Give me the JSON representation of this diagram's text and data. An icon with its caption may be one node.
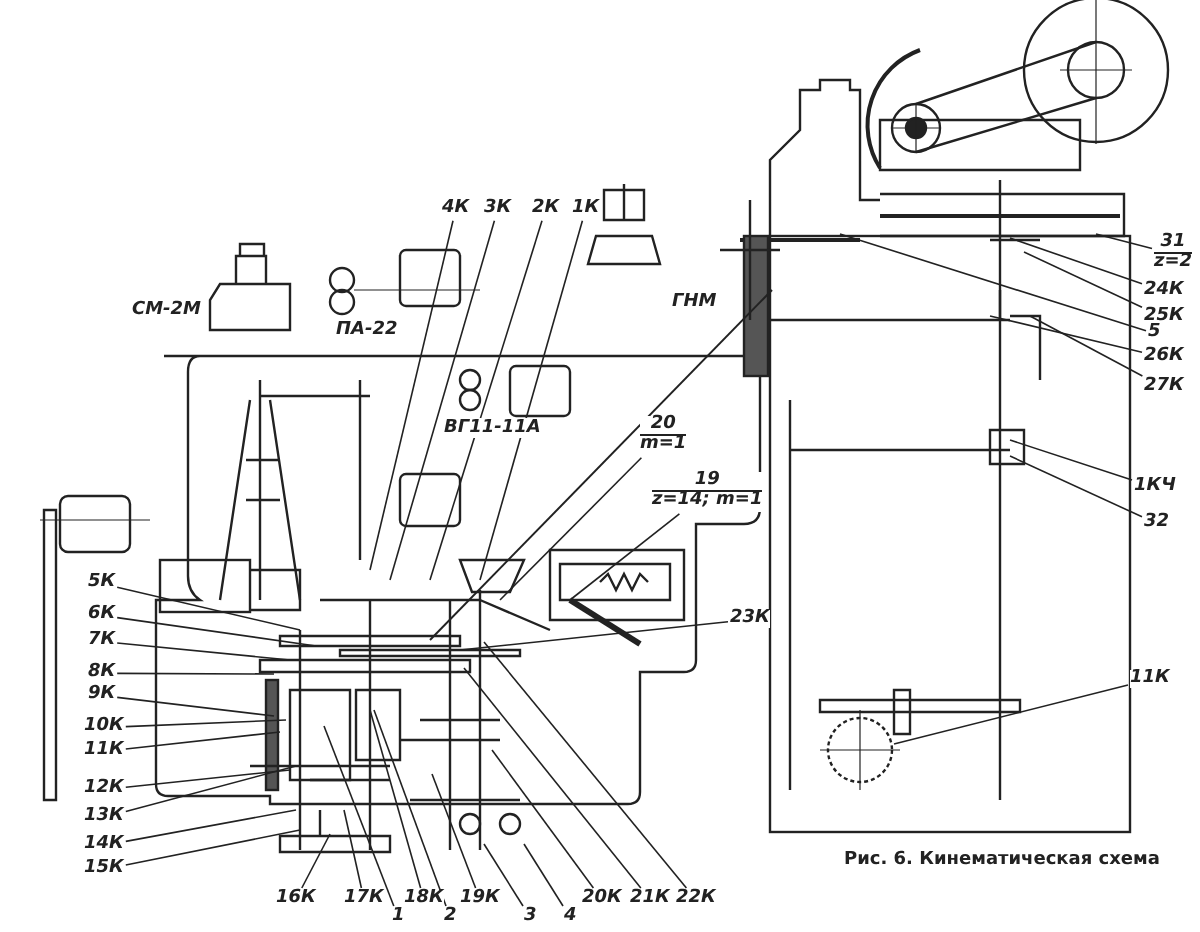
{
  "diagram": {
    "caption": "Рис. 6. Кинематическая схема",
    "nodes": [
      {
        "text": [
          "4К"
        ]
      },
      {
        "text": [
          "3К"
        ]
      },
      {
        "text": [
          "2К"
        ]
      },
      {
        "text": [
          "1К"
        ]
      },
      {
        "text": [
          "31",
          "z=2"
        ]
      },
      {
        "text": [
          "24К"
        ]
      },
      {
        "text": [
          "25К"
        ]
      },
      {
        "text": [
          "5"
        ]
      },
      {
        "text": [
          "26К"
        ]
      },
      {
        "text": [
          "27К"
        ]
      },
      {
        "text": [
          "20",
          "m=1"
        ]
      },
      {
        "text": [
          "19",
          "z=14; m=1"
        ]
      },
      {
        "text": [
          "1КЧ"
        ]
      },
      {
        "text": [
          "32"
        ]
      },
      {
        "text": [
          "5К"
        ]
      },
      {
        "text": [
          "6К"
        ]
      },
      {
        "text": [
          "7К"
        ]
      },
      {
        "text": [
          "23К"
        ]
      },
      {
        "text": [
          "8К"
        ]
      },
      {
        "text": [
          "9К"
        ]
      },
      {
        "text": [
          "10К"
        ]
      },
      {
        "text": [
          "11К"
        ]
      },
      {
        "text": [
          "11К"
        ]
      },
      {
        "text": [
          "12К"
        ]
      },
      {
        "text": [
          "13К"
        ]
      },
      {
        "text": [
          "14К"
        ]
      },
      {
        "text": [
          "15К"
        ]
      },
      {
        "text": [
          "16К"
        ]
      },
      {
        "text": [
          "17К"
        ]
      },
      {
        "text": [
          "18К"
        ]
      },
      {
        "text": [
          "19К"
        ]
      },
      {
        "text": [
          "20К"
        ]
      },
      {
        "text": [
          "21К"
        ]
      },
      {
        "text": [
          "22К"
        ]
      },
      {
        "text": [
          "1"
        ]
      },
      {
        "text": [
          "2"
        ]
      },
      {
        "text": [
          "3"
        ]
      },
      {
        "text": [
          "4"
        ]
      }
    ],
    "edges": [
      {
        "from": 0,
        "to": null,
        "arrow": "none"
      },
      {
        "from": 1,
        "to": null,
        "arrow": "none"
      },
      {
        "from": 2,
        "to": null,
        "arrow": "none"
      },
      {
        "from": 3,
        "to": null,
        "arrow": "none"
      },
      {
        "from": 4,
        "to": null,
        "arrow": "none"
      },
      {
        "from": 5,
        "to": null,
        "arrow": "none"
      },
      {
        "from": 6,
        "to": null,
        "arrow": "none"
      },
      {
        "from": 7,
        "to": null,
        "arrow": "none"
      },
      {
        "from": 8,
        "to": null,
        "arrow": "none"
      },
      {
        "from": 9,
        "to": null,
        "arrow": "none"
      },
      {
        "from": 10,
        "to": null,
        "arrow": "none"
      },
      {
        "from": 11,
        "to": null,
        "arrow": "none"
      },
      {
        "from": 12,
        "to": null,
        "arrow": "none"
      },
      {
        "from": 13,
        "to": null,
        "arrow": "none"
      },
      {
        "from": 14,
        "to": null,
        "arrow": "none"
      },
      {
        "from": 15,
        "to": null,
        "arrow": "none"
      },
      {
        "from": 16,
        "to": null,
        "arrow": "none"
      },
      {
        "from": 17,
        "to": null,
        "arrow": "none"
      },
      {
        "from": 18,
        "to": null,
        "arrow": "none"
      },
      {
        "from": 19,
        "to": null,
        "arrow": "none"
      },
      {
        "from": 20,
        "to": null,
        "arrow": "none"
      },
      {
        "from": 21,
        "to": null,
        "arrow": "none"
      },
      {
        "from": 22,
        "to": null,
        "arrow": "none"
      },
      {
        "from": 23,
        "to": null,
        "arrow": "none"
      },
      {
        "from": 24,
        "to": null,
        "arrow": "none"
      },
      {
        "from": 25,
        "to": null,
        "arrow": "none"
      },
      {
        "from": 26,
        "to": null,
        "arrow": "none"
      },
      {
        "from": 27,
        "to": null,
        "arrow": "none"
      },
      {
        "from": 28,
        "to": null,
        "arrow": "none"
      },
      {
        "from": 29,
        "to": null,
        "arrow": "none"
      },
      {
        "from": 30,
        "to": null,
        "arrow": "none"
      },
      {
        "from": 31,
        "to": null,
        "arrow": "none"
      },
      {
        "from": 32,
        "to": null,
        "arrow": "none"
      },
      {
        "from": 33,
        "to": null,
        "arrow": "none"
      },
      {
        "from": 34,
        "to": null,
        "arrow": "none"
      },
      {
        "from": 35,
        "to": null,
        "arrow": "none"
      },
      {
        "from": 36,
        "to": null,
        "arrow": "none"
      },
      {
        "from": 37,
        "to": null,
        "arrow": "none"
      }
    ],
    "labels": [
      "СМ-2М",
      "ПА-22",
      "ВГ11-11А",
      "ГНМ"
    ]
  }
}
